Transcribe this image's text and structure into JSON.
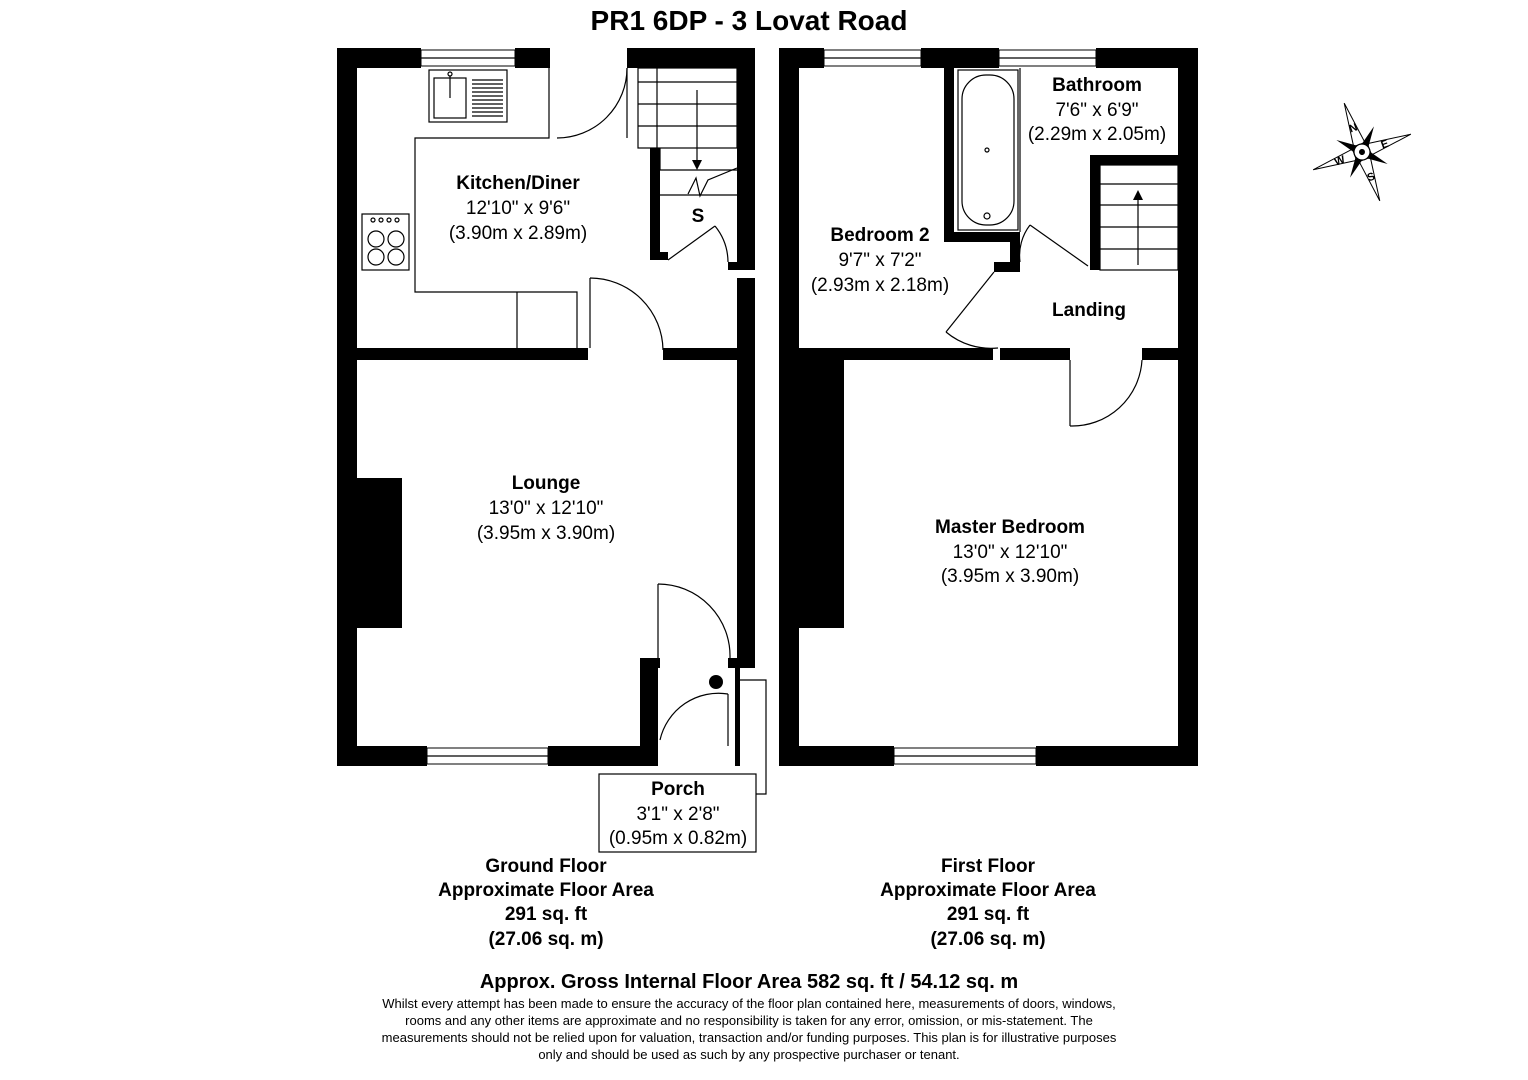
{
  "title": "PR1 6DP - 3 Lovat Road",
  "rooms": {
    "kitchen": {
      "name": "Kitchen/Diner",
      "imperial": "12'10\" x 9'6\"",
      "metric": "(3.90m x 2.89m)"
    },
    "lounge": {
      "name": "Lounge",
      "imperial": "13'0\" x 12'10\"",
      "metric": "(3.95m x 3.90m)"
    },
    "porch": {
      "name": "Porch",
      "imperial": "3'1\" x 2'8\"",
      "metric": "(0.95m x 0.82m)"
    },
    "bedroom2": {
      "name": "Bedroom 2",
      "imperial": "9'7\" x 7'2\"",
      "metric": "(2.93m x 2.18m)"
    },
    "bathroom": {
      "name": "Bathroom",
      "imperial": "7'6\" x 6'9\"",
      "metric": "(2.29m x 2.05m)"
    },
    "landing": {
      "name": "Landing"
    },
    "master": {
      "name": "Master Bedroom",
      "imperial": "13'0\" x 12'10\"",
      "metric": "(3.95m x 3.90m)"
    }
  },
  "storage_label": "S",
  "ground_floor": {
    "line1": "Ground Floor",
    "line2": "Approximate Floor Area",
    "line3": "291 sq. ft",
    "line4": "(27.06 sq. m)"
  },
  "first_floor": {
    "line1": "First Floor",
    "line2": "Approximate Floor Area",
    "line3": "291 sq. ft",
    "line4": "(27.06 sq. m)"
  },
  "gross_area": "Approx. Gross Internal Floor Area 582 sq. ft / 54.12 sq. m",
  "disclaimer": [
    "Whilst every attempt has been made to ensure the accuracy of the floor plan contained here, measurements of doors, windows,",
    "rooms and any other items are approximate and no responsibility is taken for any error, omission, or mis-statement. The",
    "measurements should not be relied upon for valuation, transaction and/or funding purposes. This plan is for illustrative purposes",
    "only and should be used as such by any prospective purchaser or tenant."
  ],
  "compass": {
    "n": "N",
    "e": "E",
    "s": "S",
    "w": "W",
    "icon": "compass-rose-icon"
  },
  "colors": {
    "wall": "#000000",
    "background": "#ffffff"
  }
}
